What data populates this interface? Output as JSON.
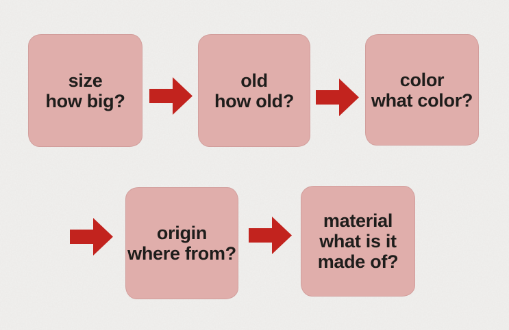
{
  "diagram": {
    "type": "flow",
    "topic": "adjective-order-questions",
    "boxes": [
      {
        "name": "size",
        "lines": [
          "size",
          "how big?"
        ]
      },
      {
        "name": "old",
        "lines": [
          "old",
          "how old?"
        ]
      },
      {
        "name": "color",
        "lines": [
          "color",
          "what color?"
        ]
      },
      {
        "name": "origin",
        "lines": [
          "origin",
          "where from?"
        ]
      },
      {
        "name": "material",
        "lines": [
          "material",
          "what is it",
          "made of?"
        ]
      }
    ],
    "arrows": {
      "icon": "right-arrow",
      "count": 4,
      "direction": "right"
    },
    "colors": {
      "background": "#f1f0ee",
      "box_fill": "#e0aeab",
      "arrow_red": "#c2231e",
      "text": "#1e1d1b"
    }
  }
}
